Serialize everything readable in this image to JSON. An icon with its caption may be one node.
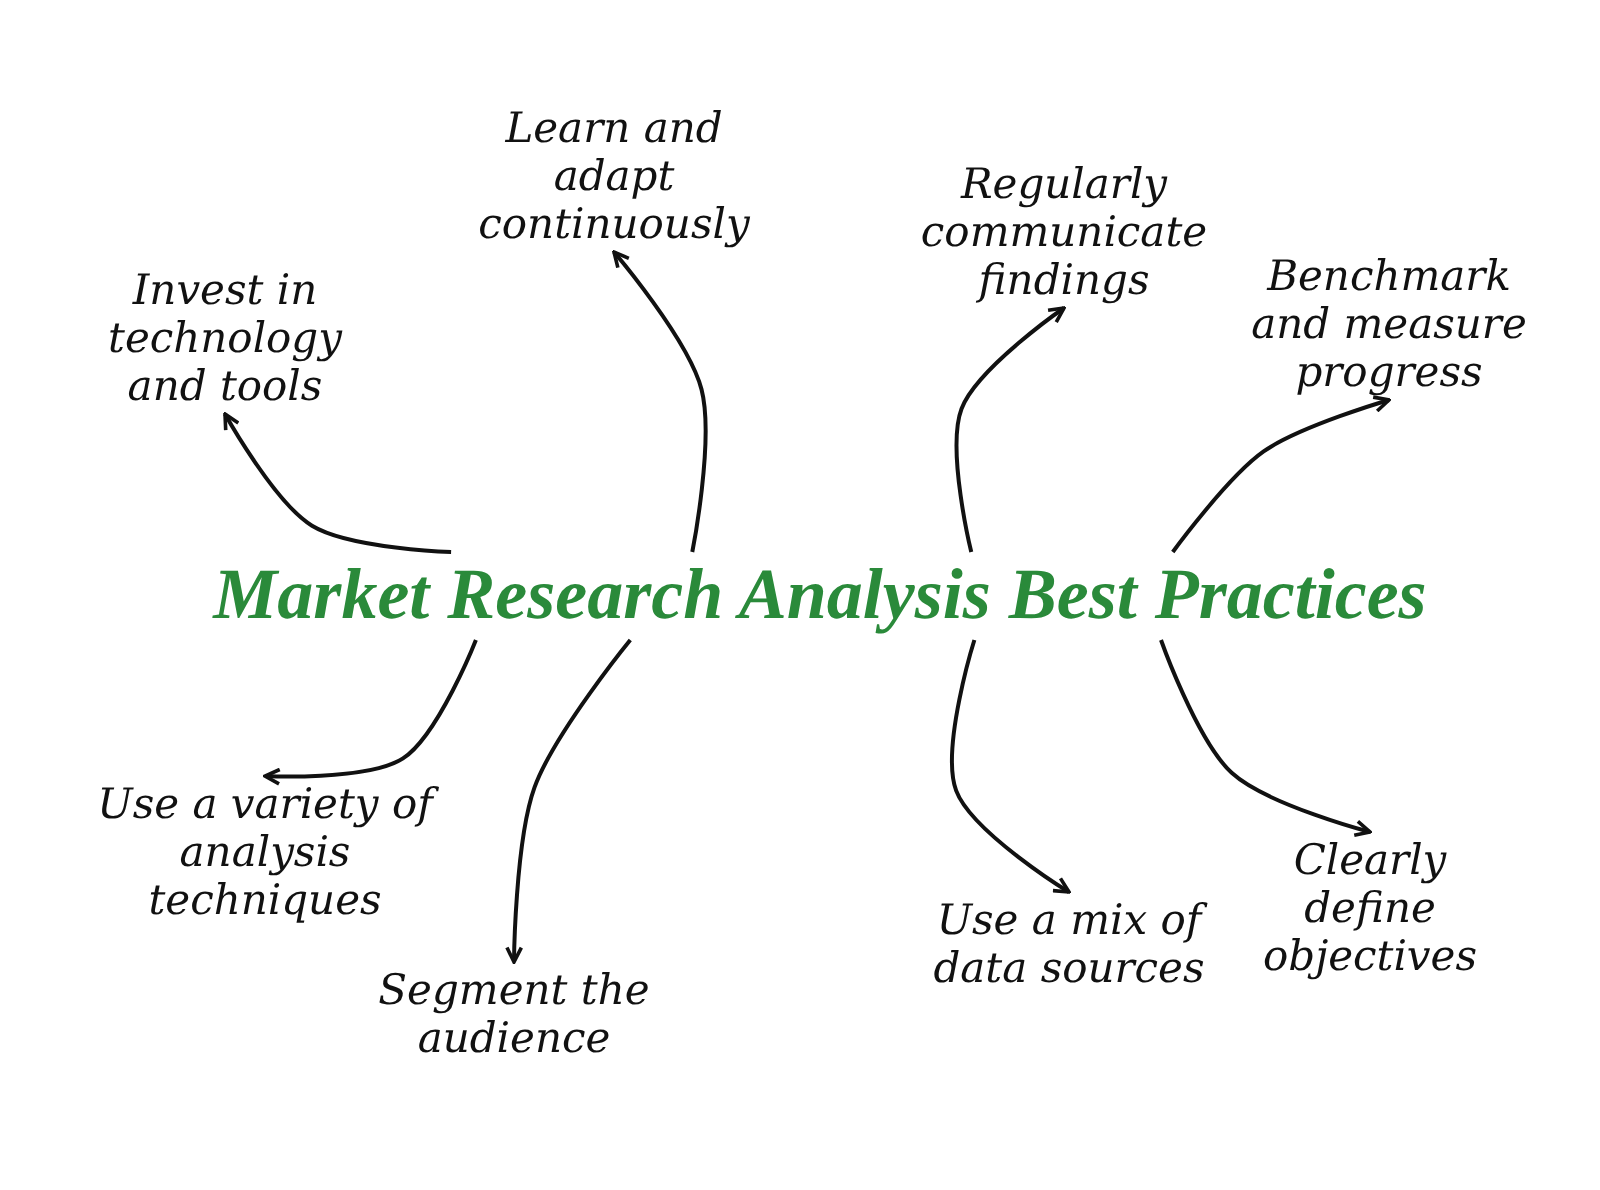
{
  "diagram": {
    "nodes": [
      {
        "text": [
          "Market Research Analysis Best Practices"
        ]
      },
      {
        "text": [
          "Invest in technology and tools"
        ]
      },
      {
        "text": [
          "Learn and adapt continuously"
        ]
      },
      {
        "text": [
          "Regularly communicate findings"
        ]
      },
      {
        "text": [
          "Benchmark and measure progress"
        ]
      },
      {
        "text": [
          "Use a variety of analysis techniques"
        ]
      },
      {
        "text": [
          "Segment the audience"
        ]
      },
      {
        "text": [
          "Use a mix of data sources"
        ]
      },
      {
        "text": [
          "Clearly define objectives"
        ]
      }
    ],
    "edges": [
      {
        "from": 0,
        "to": 1,
        "arrow": "to"
      },
      {
        "from": 0,
        "to": 2,
        "arrow": "to"
      },
      {
        "from": 0,
        "to": 3,
        "arrow": "to"
      },
      {
        "from": 0,
        "to": 4,
        "arrow": "to"
      },
      {
        "from": 0,
        "to": 5,
        "arrow": "to"
      },
      {
        "from": 0,
        "to": 6,
        "arrow": "to"
      },
      {
        "from": 0,
        "to": 7,
        "arrow": "to"
      },
      {
        "from": 0,
        "to": 8,
        "arrow": "to"
      }
    ]
  }
}
